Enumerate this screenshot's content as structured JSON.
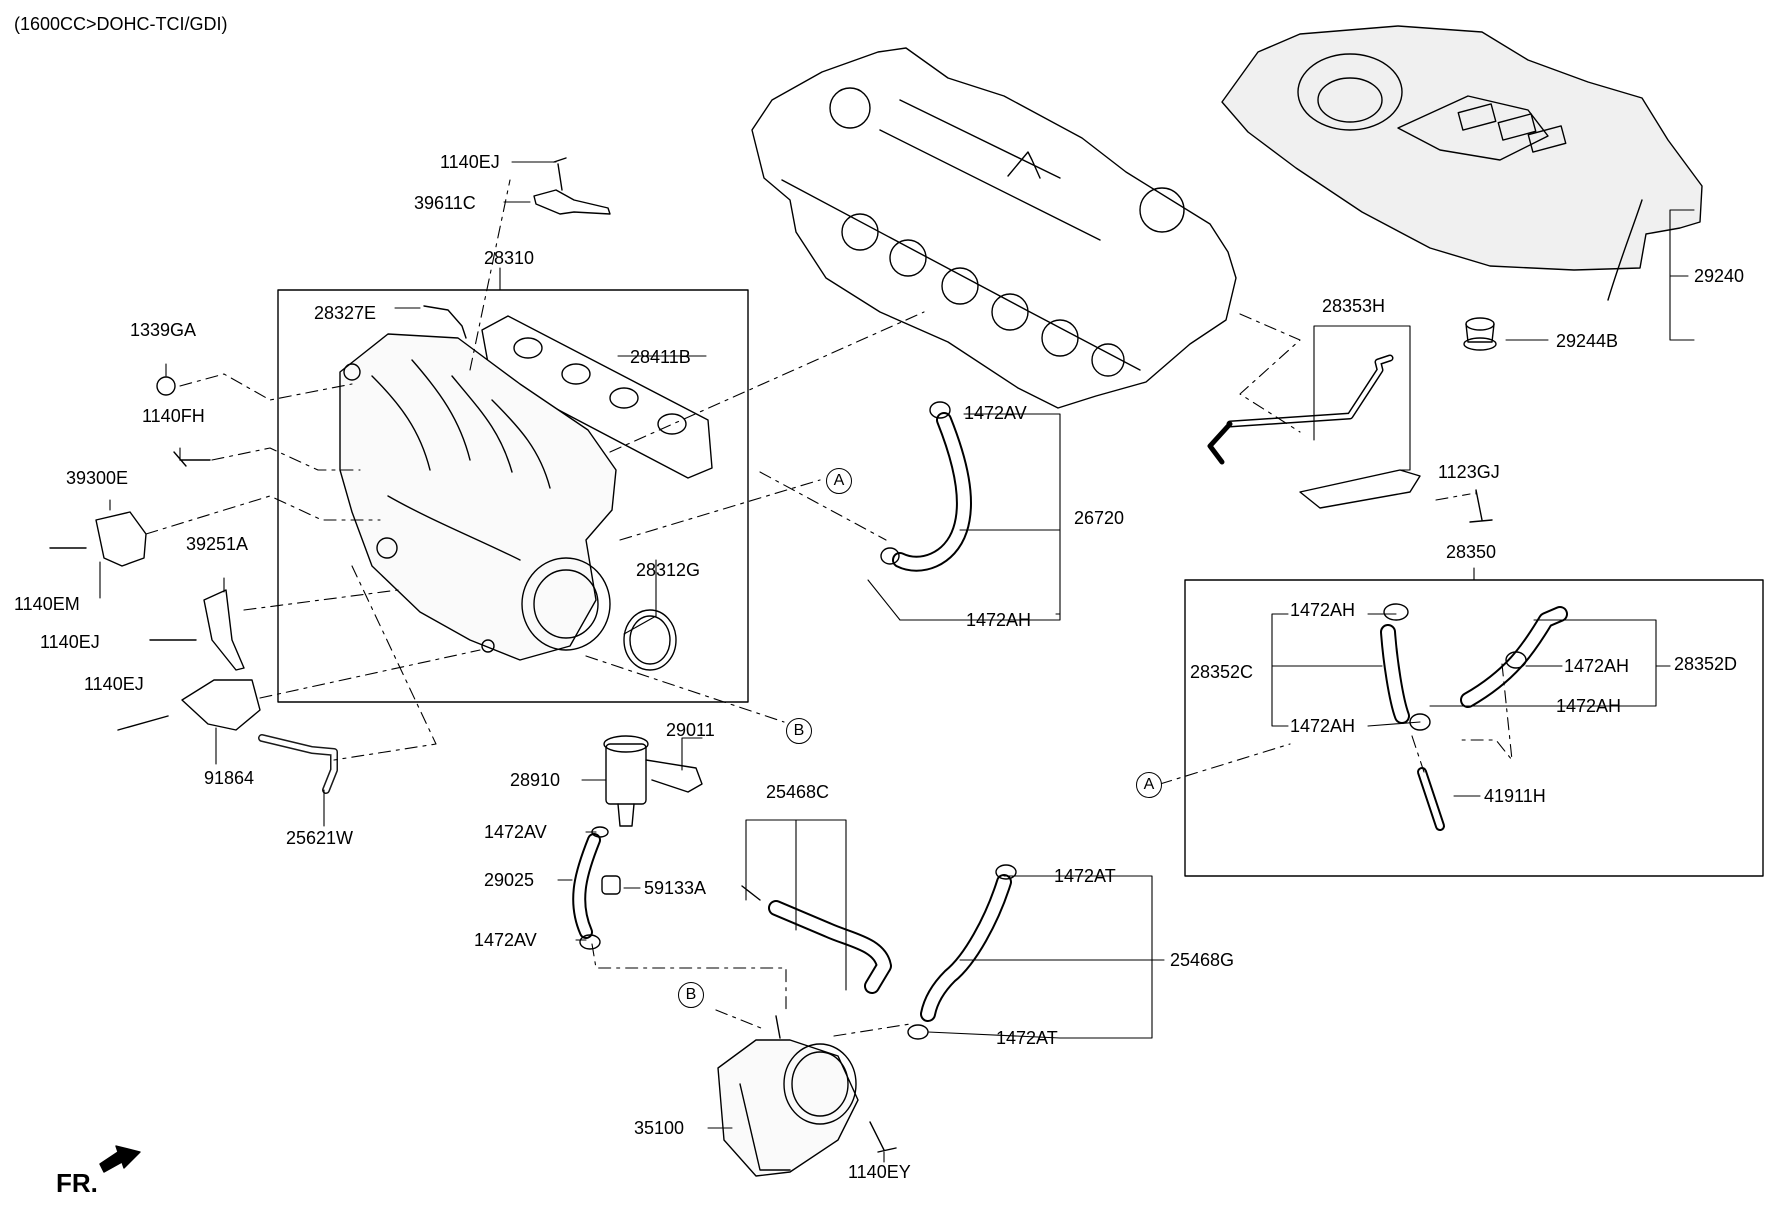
{
  "title": "(1600CC>DOHC-TCI/GDI)",
  "front_marker": "FR.",
  "refs": {
    "a1": "A",
    "b1": "B",
    "a2": "A",
    "b2": "B"
  },
  "parts": {
    "p1140ej_top": "1140EJ",
    "p39611c": "39611C",
    "p28310": "28310",
    "p28327e": "28327E",
    "p1339ga": "1339GA",
    "p28411b": "28411B",
    "p1140fh": "1140FH",
    "p39300e": "39300E",
    "p1140em": "1140EM",
    "p39251a": "39251A",
    "p1140ej_mid": "1140EJ",
    "p1140ej_low": "1140EJ",
    "p91864": "91864",
    "p25621w": "25621W",
    "p28312g": "28312G",
    "p1472av_top": "1472AV",
    "p26720": "26720",
    "p1472ah_top": "1472AH",
    "p28353h": "28353H",
    "p29240": "29240",
    "p29244b": "29244B",
    "p1123gj": "1123GJ",
    "p28350": "28350",
    "p1472ah_a": "1472AH",
    "p28352c": "28352C",
    "p1472ah_b": "1472AH",
    "p28352d": "28352D",
    "p1472ah_c": "1472AH",
    "p1472ah_d": "1472AH",
    "p41911h": "41911H",
    "p29011": "29011",
    "p28910": "28910",
    "p1472av_a": "1472AV",
    "p29025": "29025",
    "p59133a": "59133A",
    "p1472av_b": "1472AV",
    "p25468c": "25468C",
    "p1472at_top": "1472AT",
    "p25468g": "25468G",
    "p1472at_low": "1472AT",
    "p35100": "35100",
    "p1140ey": "1140EY"
  }
}
